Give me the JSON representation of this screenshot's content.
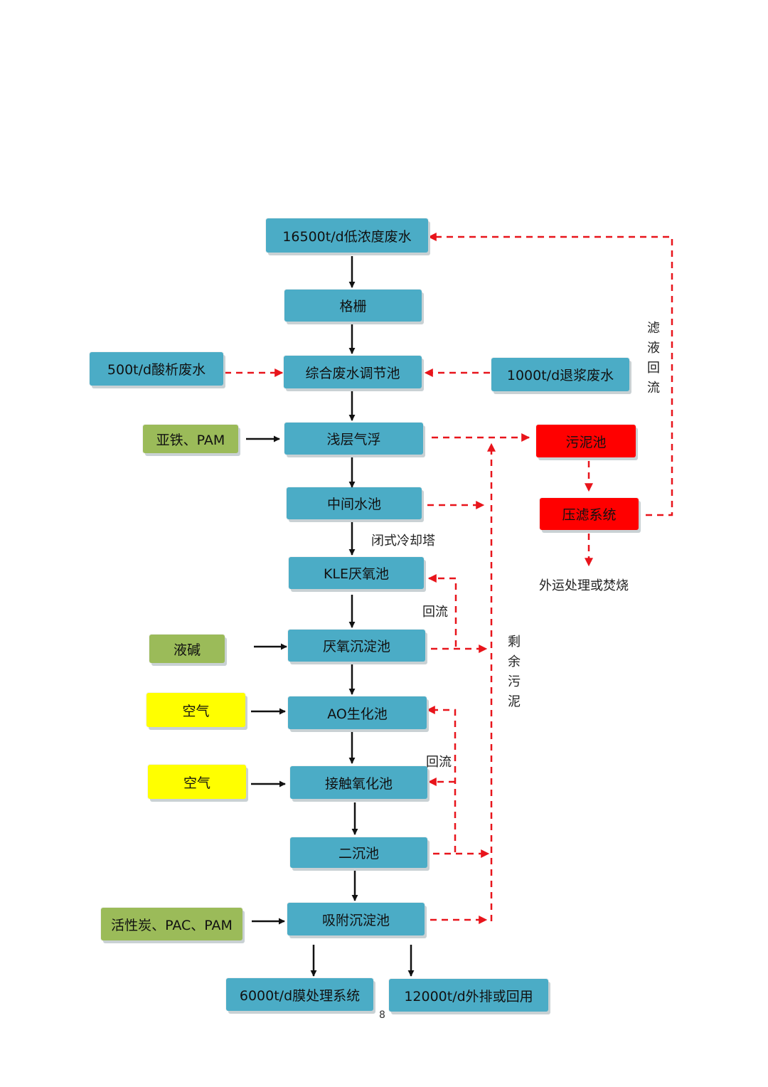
{
  "nodes": {
    "raw_water": "16500t/d低浓度废水",
    "grille": "格栅",
    "acid_wastewater": "500t/d酸析废水",
    "equalization_tank": "综合废水调节池",
    "desizing_wastewater": "1000t/d退浆废水",
    "ferrous_pam": "亚铁、PAM",
    "shallow_air_flotation": "浅层气浮",
    "sludge_tank": "污泥池",
    "intermediate_tank": "中间水池",
    "filter_press": "压滤系统",
    "kle_anaerobic": "KLE厌氧池",
    "liquid_alkali": "液碱",
    "anaerobic_sedimentation": "厌氧沉淀池",
    "air_1": "空气",
    "ao_biochemical": "AO生化池",
    "air_2": "空气",
    "contact_oxidation": "接触氧化池",
    "secondary_clarifier": "二沉池",
    "chemicals": "活性炭、PAC、PAM",
    "adsorption_sedimentation": "吸附沉淀池",
    "membrane_system": "6000t/d膜处理系统",
    "discharge_reuse": "12000t/d外排或回用"
  },
  "labels": {
    "closed_cooling_tower": "闭式冷却塔",
    "reflux_1": "回流",
    "reflux_2": "回流",
    "outsourced_disposal": "外运处理或焚烧",
    "filtrate_reflux": [
      "滤",
      "液",
      "回",
      "流"
    ],
    "excess_sludge": [
      "剩",
      "余",
      "污",
      "泥"
    ]
  },
  "page_number": "8",
  "colors": {
    "process_box": "#4bacc6",
    "chemical_box": "#9bbb59",
    "air_box": "#ffff00",
    "sludge_box": "#ff0000",
    "dashed_arrow": "#e8141b",
    "solid_arrow": "#111111"
  }
}
